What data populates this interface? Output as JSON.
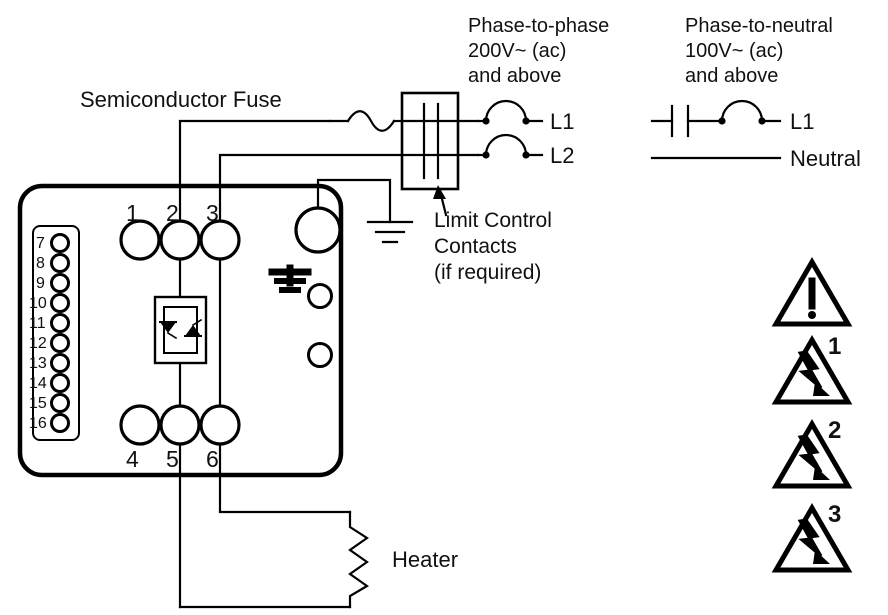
{
  "diagram": {
    "title": "Semiconductor fuse / limit control contacts power wiring diagram",
    "line_color": "#000000",
    "background": "#ffffff"
  },
  "labels": {
    "semiconductor_fuse": "Semiconductor Fuse",
    "phase_to_phase_l1": "Phase-to-phase",
    "phase_to_phase_l2": "200V~ (ac)",
    "phase_to_phase_l3": "and above",
    "phase_to_neutral_l1": "Phase-to-neutral",
    "phase_to_neutral_l2": "100V~ (ac)",
    "phase_to_neutral_l3": "and above",
    "limit_control_l1": "Limit Control",
    "limit_control_l2": "Contacts",
    "limit_control_l3": "(if required)",
    "heater": "Heater",
    "l1_left": "L1",
    "l2_left": "L2",
    "l1_right": "L1",
    "neutral_right": "Neutral"
  },
  "controller": {
    "top_terminals": [
      "1",
      "2",
      "3"
    ],
    "bottom_terminals": [
      "4",
      "5",
      "6"
    ],
    "side_terminals": [
      "7",
      "8",
      "9",
      "10",
      "11",
      "12",
      "13",
      "14",
      "15",
      "16"
    ],
    "earth_terminal_label": ""
  },
  "warnings": [
    {
      "icon": "warning-exclamation-icon",
      "number": ""
    },
    {
      "icon": "warning-electric-shock-icon",
      "number": "1"
    },
    {
      "icon": "warning-electric-shock-icon",
      "number": "2"
    },
    {
      "icon": "warning-electric-shock-icon",
      "number": "3"
    }
  ]
}
